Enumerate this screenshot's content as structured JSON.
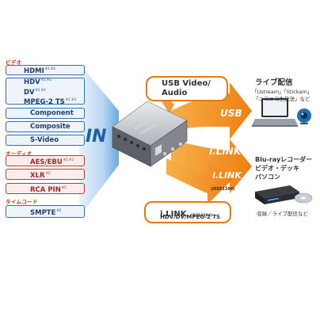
{
  "categories": {
    "video": "ビデオ",
    "audio": "オーディオ",
    "timecode": "タイムコード"
  },
  "inputs": {
    "hdmi": {
      "label": "HDMI",
      "note": "※1 ※2"
    },
    "hdv": {
      "label": "HDV",
      "note": "※1 ※3"
    },
    "dv": {
      "label": "DV",
      "note": "※1 ※3"
    },
    "mpeg2ts": {
      "label": "MPEG-2 TS",
      "note": "※1 ※3"
    },
    "component": {
      "label": "Component"
    },
    "composite": {
      "label": "Composite"
    },
    "svideo": {
      "label": "S-Video"
    },
    "aesebu": {
      "label": "AES/EBU",
      "note": "※1 ※2"
    },
    "xlr": {
      "label": "XLR",
      "note": "※2"
    },
    "rca": {
      "label": "RCA PIN",
      "note": "※2"
    },
    "smpte": {
      "label": "SMPTE",
      "note": "※2"
    }
  },
  "in_label": "IN",
  "outputs": {
    "usb_pill": {
      "line1": "USB Video/",
      "line2": "Audio"
    },
    "usb_arrow": "USB",
    "ilink_arrow1": "i.LINK",
    "ilink_arrow2": "i.LINK",
    "ilink_arrow2_sub": "(IEEE1394)",
    "ilink_pill": {
      "title": "i.LINK",
      "title_sub": "(IEEE1394)",
      "formats": "HDV/DV/MPEG-2 TS"
    }
  },
  "right": {
    "live_title": "ライブ配信",
    "live_services": "「Ustream」「Stickam」",
    "live_services2": "「ニコニコ生放送」など",
    "rec_title1": "Blu-rayレコーダー",
    "rec_title2": "ビデオ・デッキ",
    "rec_title3": "パソコン",
    "rec_caption": "収録／ライブ配信など"
  },
  "colors": {
    "accent_orange": "#f08b1e",
    "blue_border": "#2f6fb3",
    "red_border": "#c33a3a",
    "category_text": "#c33a12"
  }
}
